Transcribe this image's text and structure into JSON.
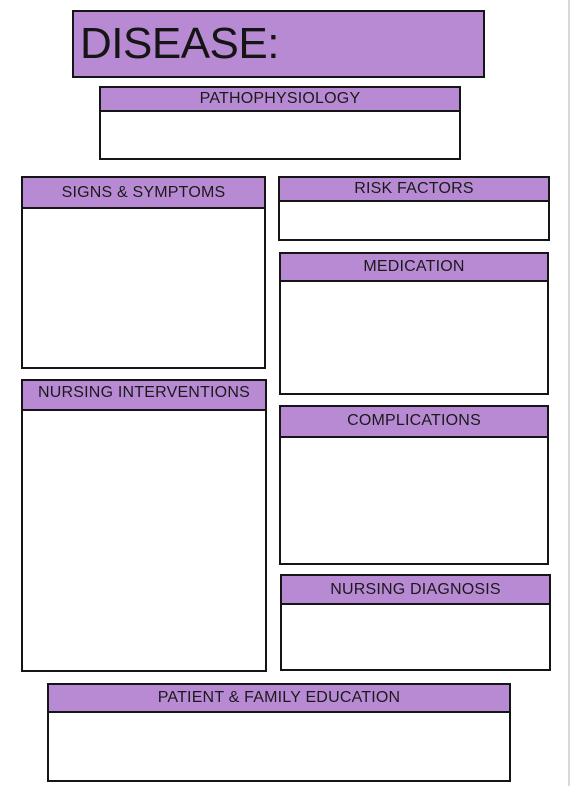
{
  "title": "DISEASE:",
  "sections": {
    "pathophysiology": "PATHOPHYSIOLOGY",
    "signs_symptoms": "SIGNS & SYMPTOMS",
    "risk_factors": "RISK FACTORS",
    "medication": "MEDICATION",
    "nursing_interventions": "NURSING INTERVENTIONS",
    "complications": "COMPLICATIONS",
    "nursing_diagnosis": "NURSING DIAGNOSIS",
    "patient_family_education": "PATIENT & FAMILY EDUCATION"
  },
  "colors": {
    "header_fill": "#b98ad4",
    "border": "#151515",
    "background": "#ffffff"
  }
}
